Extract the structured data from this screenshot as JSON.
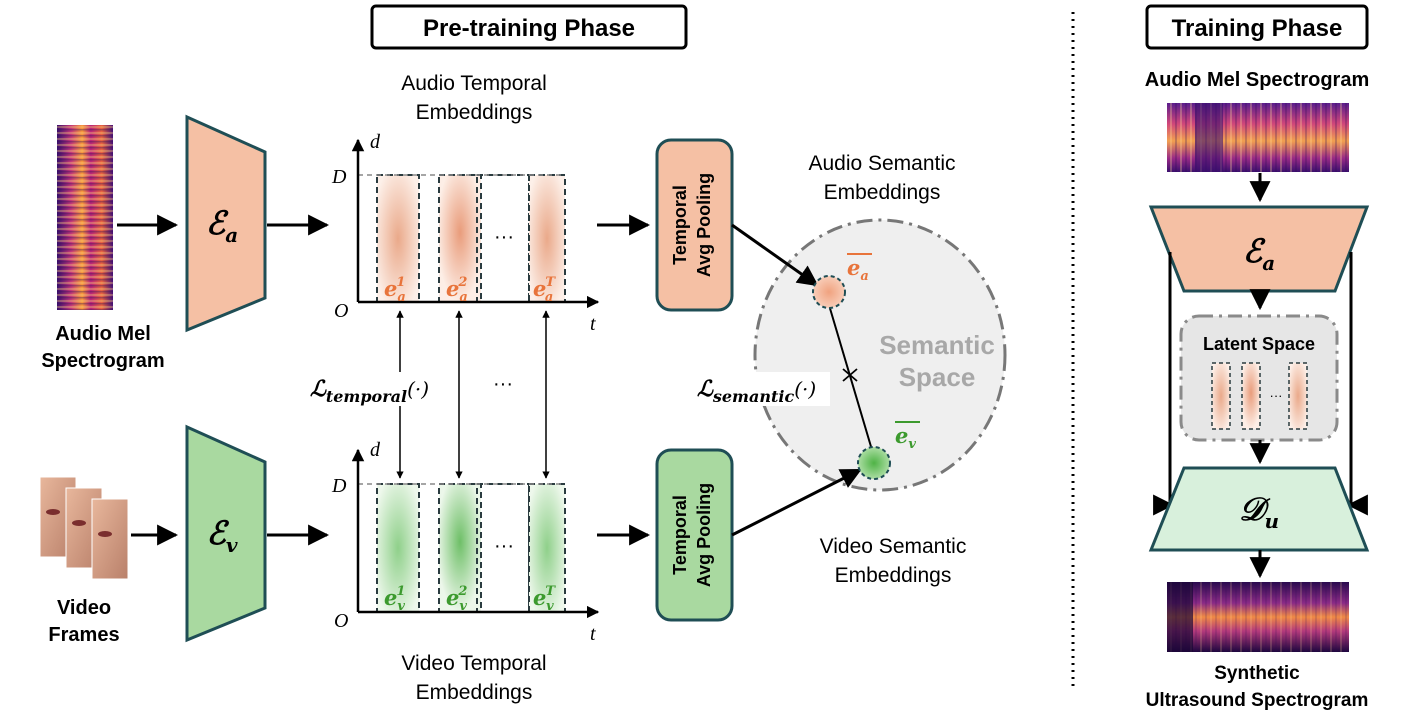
{
  "phases": {
    "pretraining": "Pre-training Phase",
    "training": "Training Phase"
  },
  "pretraining": {
    "audio_input_label_line1": "Audio Mel",
    "audio_input_label_line2": "Spectrogram",
    "video_input_label_line1": "Video",
    "video_input_label_line2": "Frames",
    "audio_encoder": "ℰ",
    "audio_encoder_sub": "a",
    "video_encoder": "ℰ",
    "video_encoder_sub": "v",
    "audio_temporal_title_line1": "Audio Temporal",
    "audio_temporal_title_line2": "Embeddings",
    "video_temporal_title_line1": "Video Temporal",
    "video_temporal_title_line2": "Embeddings",
    "axis_d": "d",
    "axis_D": "D",
    "axis_O": "O",
    "axis_t": "t",
    "ellipsis": "···",
    "audio_embeddings": [
      {
        "base": "e",
        "sub": "a",
        "sup": "1"
      },
      {
        "base": "e",
        "sub": "a",
        "sup": "2"
      },
      {
        "base": "e",
        "sub": "a",
        "sup": "T"
      }
    ],
    "video_embeddings": [
      {
        "base": "e",
        "sub": "v",
        "sup": "1"
      },
      {
        "base": "e",
        "sub": "v",
        "sup": "2"
      },
      {
        "base": "e",
        "sub": "v",
        "sup": "T"
      }
    ],
    "loss_temporal": "ℒ",
    "loss_temporal_sub": "temporal",
    "loss_temporal_arg": "(·)",
    "loss_semantic": "ℒ",
    "loss_semantic_sub": "semantic",
    "loss_semantic_arg": "(·)",
    "pooling_line1": "Temporal",
    "pooling_line2": "Avg Pooling",
    "audio_semantic_title_line1": "Audio Semantic",
    "audio_semantic_title_line2": "Embeddings",
    "video_semantic_title_line1": "Video Semantic",
    "video_semantic_title_line2": "Embeddings",
    "semantic_space_line1": "Semantic",
    "semantic_space_line2": "Space",
    "audio_mean": {
      "base": "e",
      "sub": "a"
    },
    "video_mean": {
      "base": "e",
      "sub": "v"
    }
  },
  "training": {
    "input_label": "Audio Mel Spectrogram",
    "encoder": "ℰ",
    "encoder_sub": "a",
    "latent_label": "Latent Space",
    "latent_ellipsis": "···",
    "decoder": "𝒟",
    "decoder_sub": "u",
    "output_label_line1": "Synthetic",
    "output_label_line2": "Ultrasound Spectrogram"
  },
  "colors": {
    "audio_fill": "#f5c0a4",
    "audio_accent": "#e8743b",
    "video_fill": "#a9d9a0",
    "video_accent": "#3c9a2e",
    "decoder_fill": "#d8f0dc",
    "border_dark": "#1f4e55",
    "semantic_space": "#efefef",
    "latent_box": "#e6e6e6"
  }
}
